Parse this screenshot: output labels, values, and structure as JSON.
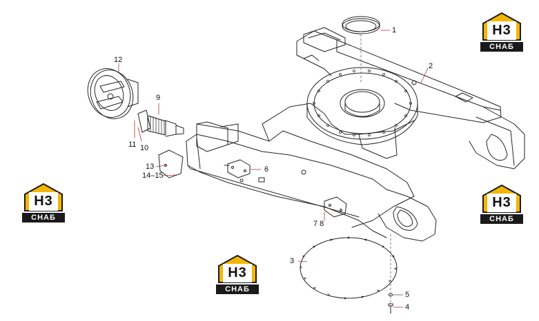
{
  "diagram": {
    "callouts": {
      "c1": "1",
      "c2": "2",
      "c3": "3",
      "c4": "4",
      "c5": "5",
      "c6": "6",
      "c78": "7 8",
      "c9": "9",
      "c10": "10",
      "c11": "11",
      "c12": "12",
      "c13": "13",
      "c1415": "14–15"
    }
  },
  "watermark": {
    "letters": "H3",
    "brand": "СНАБ",
    "color_roof": "#f2b705",
    "color_dark": "#1a1a1a"
  }
}
